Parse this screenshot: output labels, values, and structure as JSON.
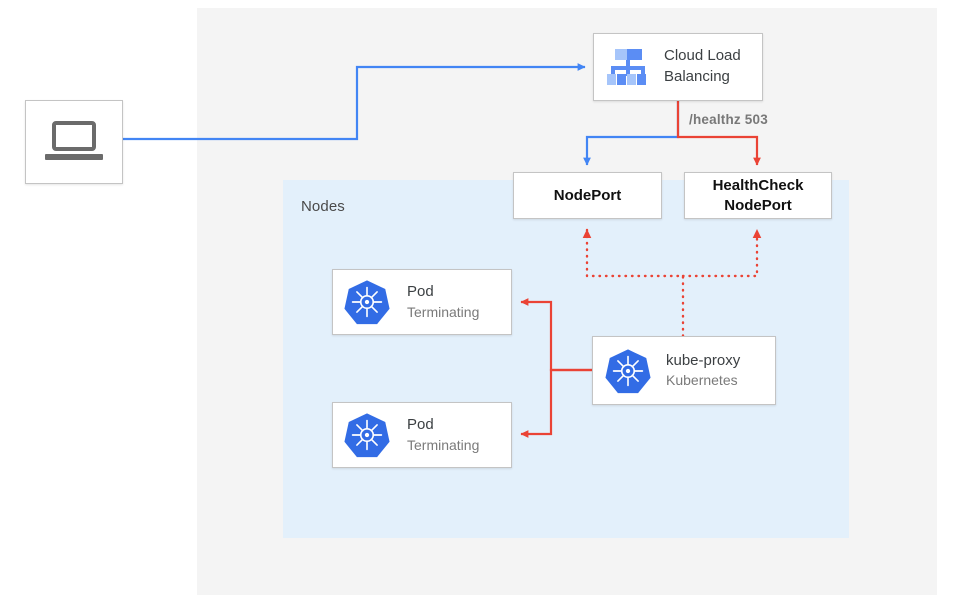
{
  "diagram": {
    "title": "Kubernetes external traffic policy health check diagram",
    "colors": {
      "blue_flow": "#4285f4",
      "red_flow": "#ea4335",
      "nodes_region": "#e3f0fb",
      "outer_panel": "#f4f4f4",
      "k8s_blue": "#326ce5",
      "card_border": "#c4c4c4",
      "text_primary": "#3c4043",
      "text_secondary": "#7a7a7a"
    },
    "regions": {
      "nodes_label": "Nodes"
    },
    "client": {
      "icon": "laptop-icon",
      "label": ""
    },
    "load_balancer": {
      "icon": "cloud-load-balancing-icon",
      "title_line1": "Cloud Load",
      "title_line2": "Balancing"
    },
    "edges": {
      "healthz_label": "/healthz 503"
    },
    "ports": [
      {
        "id": "nodeport",
        "line1": "NodePort",
        "line2": ""
      },
      {
        "id": "healthcheck-nodeport",
        "line1": "HealthCheck",
        "line2": "NodePort"
      }
    ],
    "pods": [
      {
        "icon": "kubernetes-icon",
        "title": "Pod",
        "status": "Terminating"
      },
      {
        "icon": "kubernetes-icon",
        "title": "Pod",
        "status": "Terminating"
      }
    ],
    "kube_proxy": {
      "icon": "kubernetes-icon",
      "title": "kube-proxy",
      "subtitle": "Kubernetes"
    }
  }
}
